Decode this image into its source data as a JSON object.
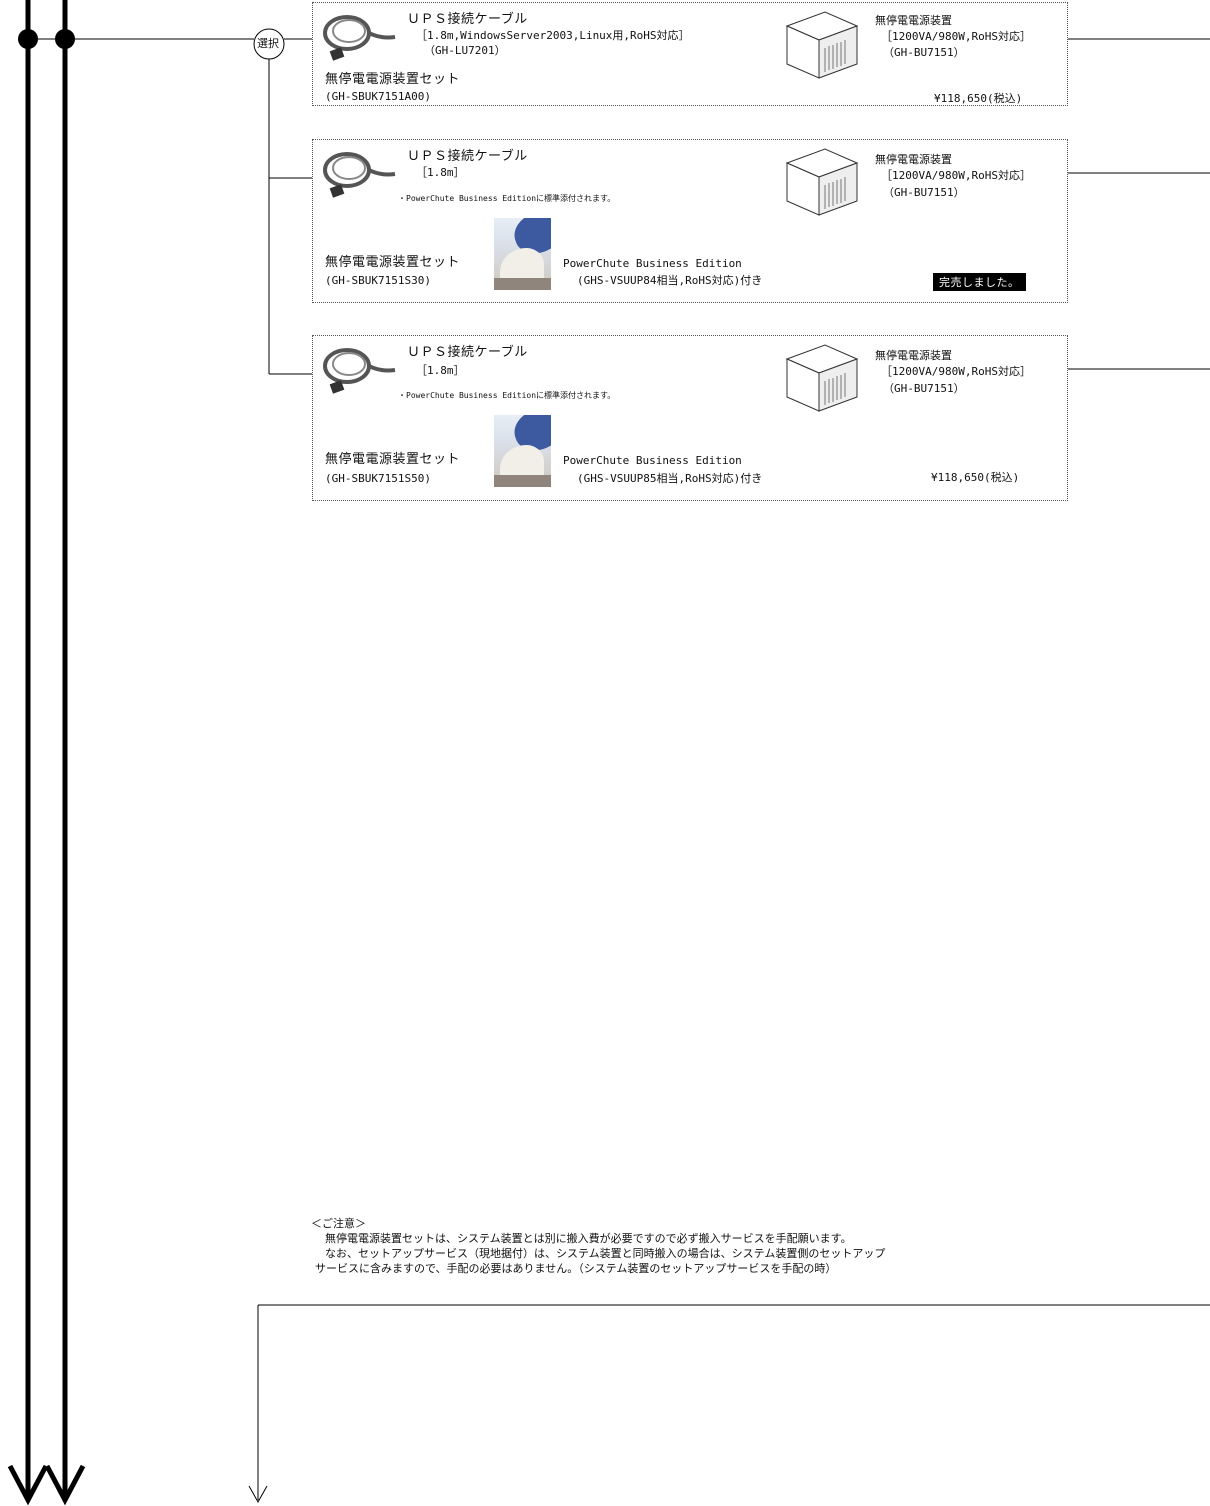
{
  "select_label": "選択",
  "products": [
    {
      "cable_title": "ＵＰＳ接続ケーブル",
      "cable_spec": "［1.8m,WindowsServer2003,Linux用,RoHS対応］",
      "cable_model": "（GH-LU7201）",
      "cable_note": "",
      "software_name": "",
      "software_spec": "",
      "set_name": "無停電電源装置セット",
      "set_code": "(GH-SBUK7151A00)",
      "ups_title": "無停電電源装置",
      "ups_spec": "［1200VA/980W,RoHS対応］",
      "ups_model": "（GH-BU7151）",
      "price": "¥118,650(税込)",
      "sold_out": ""
    },
    {
      "cable_title": "ＵＰＳ接続ケーブル",
      "cable_spec": "［1.8m］",
      "cable_model": "",
      "cable_note": "・PowerChute Business Editionに標準添付されます。",
      "software_name": "PowerChute Business Edition",
      "software_spec": "(GHS-VSUUP84相当,RoHS対応)付き",
      "set_name": "無停電電源装置セット",
      "set_code": "(GH-SBUK7151S30)",
      "ups_title": "無停電電源装置",
      "ups_spec": "［1200VA/980W,RoHS対応］",
      "ups_model": "（GH-BU7151）",
      "price": "",
      "sold_out": "完売しました。"
    },
    {
      "cable_title": "ＵＰＳ接続ケーブル",
      "cable_spec": "［1.8m］",
      "cable_model": "",
      "cable_note": "・PowerChute Business Editionに標準添付されます。",
      "software_name": "PowerChute Business Edition",
      "software_spec": "(GHS-VSUUP85相当,RoHS対応)付き",
      "set_name": "無停電電源装置セット",
      "set_code": "(GH-SBUK7151S50)",
      "ups_title": "無停電電源装置",
      "ups_spec": "［1200VA/980W,RoHS対応］",
      "ups_model": "（GH-BU7151）",
      "price": "¥118,650(税込)",
      "sold_out": ""
    }
  ],
  "notice": {
    "heading": "＜ご注意＞",
    "line1": "無停電電源装置セットは、システム装置とは別に搬入費が必要ですので必ず搬入サービスを手配願います。",
    "line2": "なお、セットアップサービス（現地据付）は、システム装置と同時搬入の場合は、システム装置側のセットアップ",
    "line3": "サービスに含みますので、手配の必要はありません。（システム装置のセットアップサービスを手配の時）"
  },
  "icons": [
    "cable-icon",
    "ups-device-icon",
    "software-package-icon",
    "arrow-down-icon"
  ]
}
